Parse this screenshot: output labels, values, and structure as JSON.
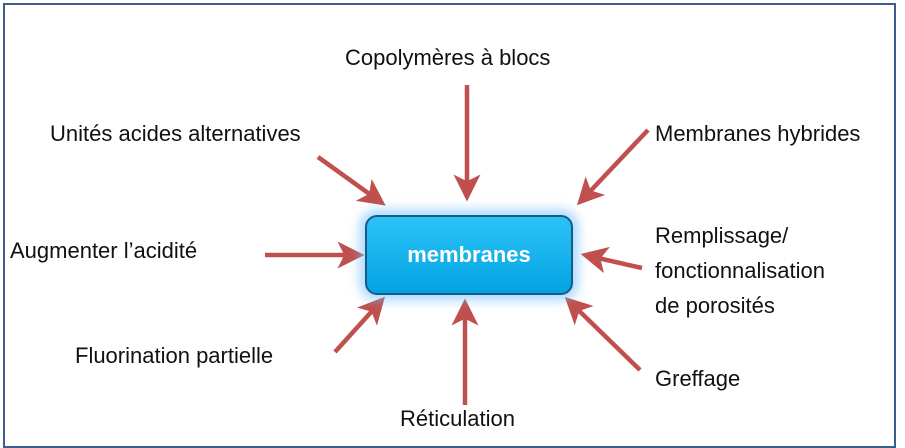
{
  "diagram": {
    "center_label": "membranes",
    "arrow_color": "#c0504d",
    "labels": {
      "copolymeres": "Copolymères à blocs",
      "unites_acides": "Unités acides alternatives",
      "membranes_hybrides": "Membranes hybrides",
      "augmenter_acidite": "Augmenter l’acidité",
      "remplissage_1": "Remplissage/",
      "remplissage_2": "fonctionnalisation",
      "remplissage_3": "de porosités",
      "fluorination": "Fluorination partielle",
      "greffage": "Greffage",
      "reticulation": "Réticulation"
    }
  }
}
